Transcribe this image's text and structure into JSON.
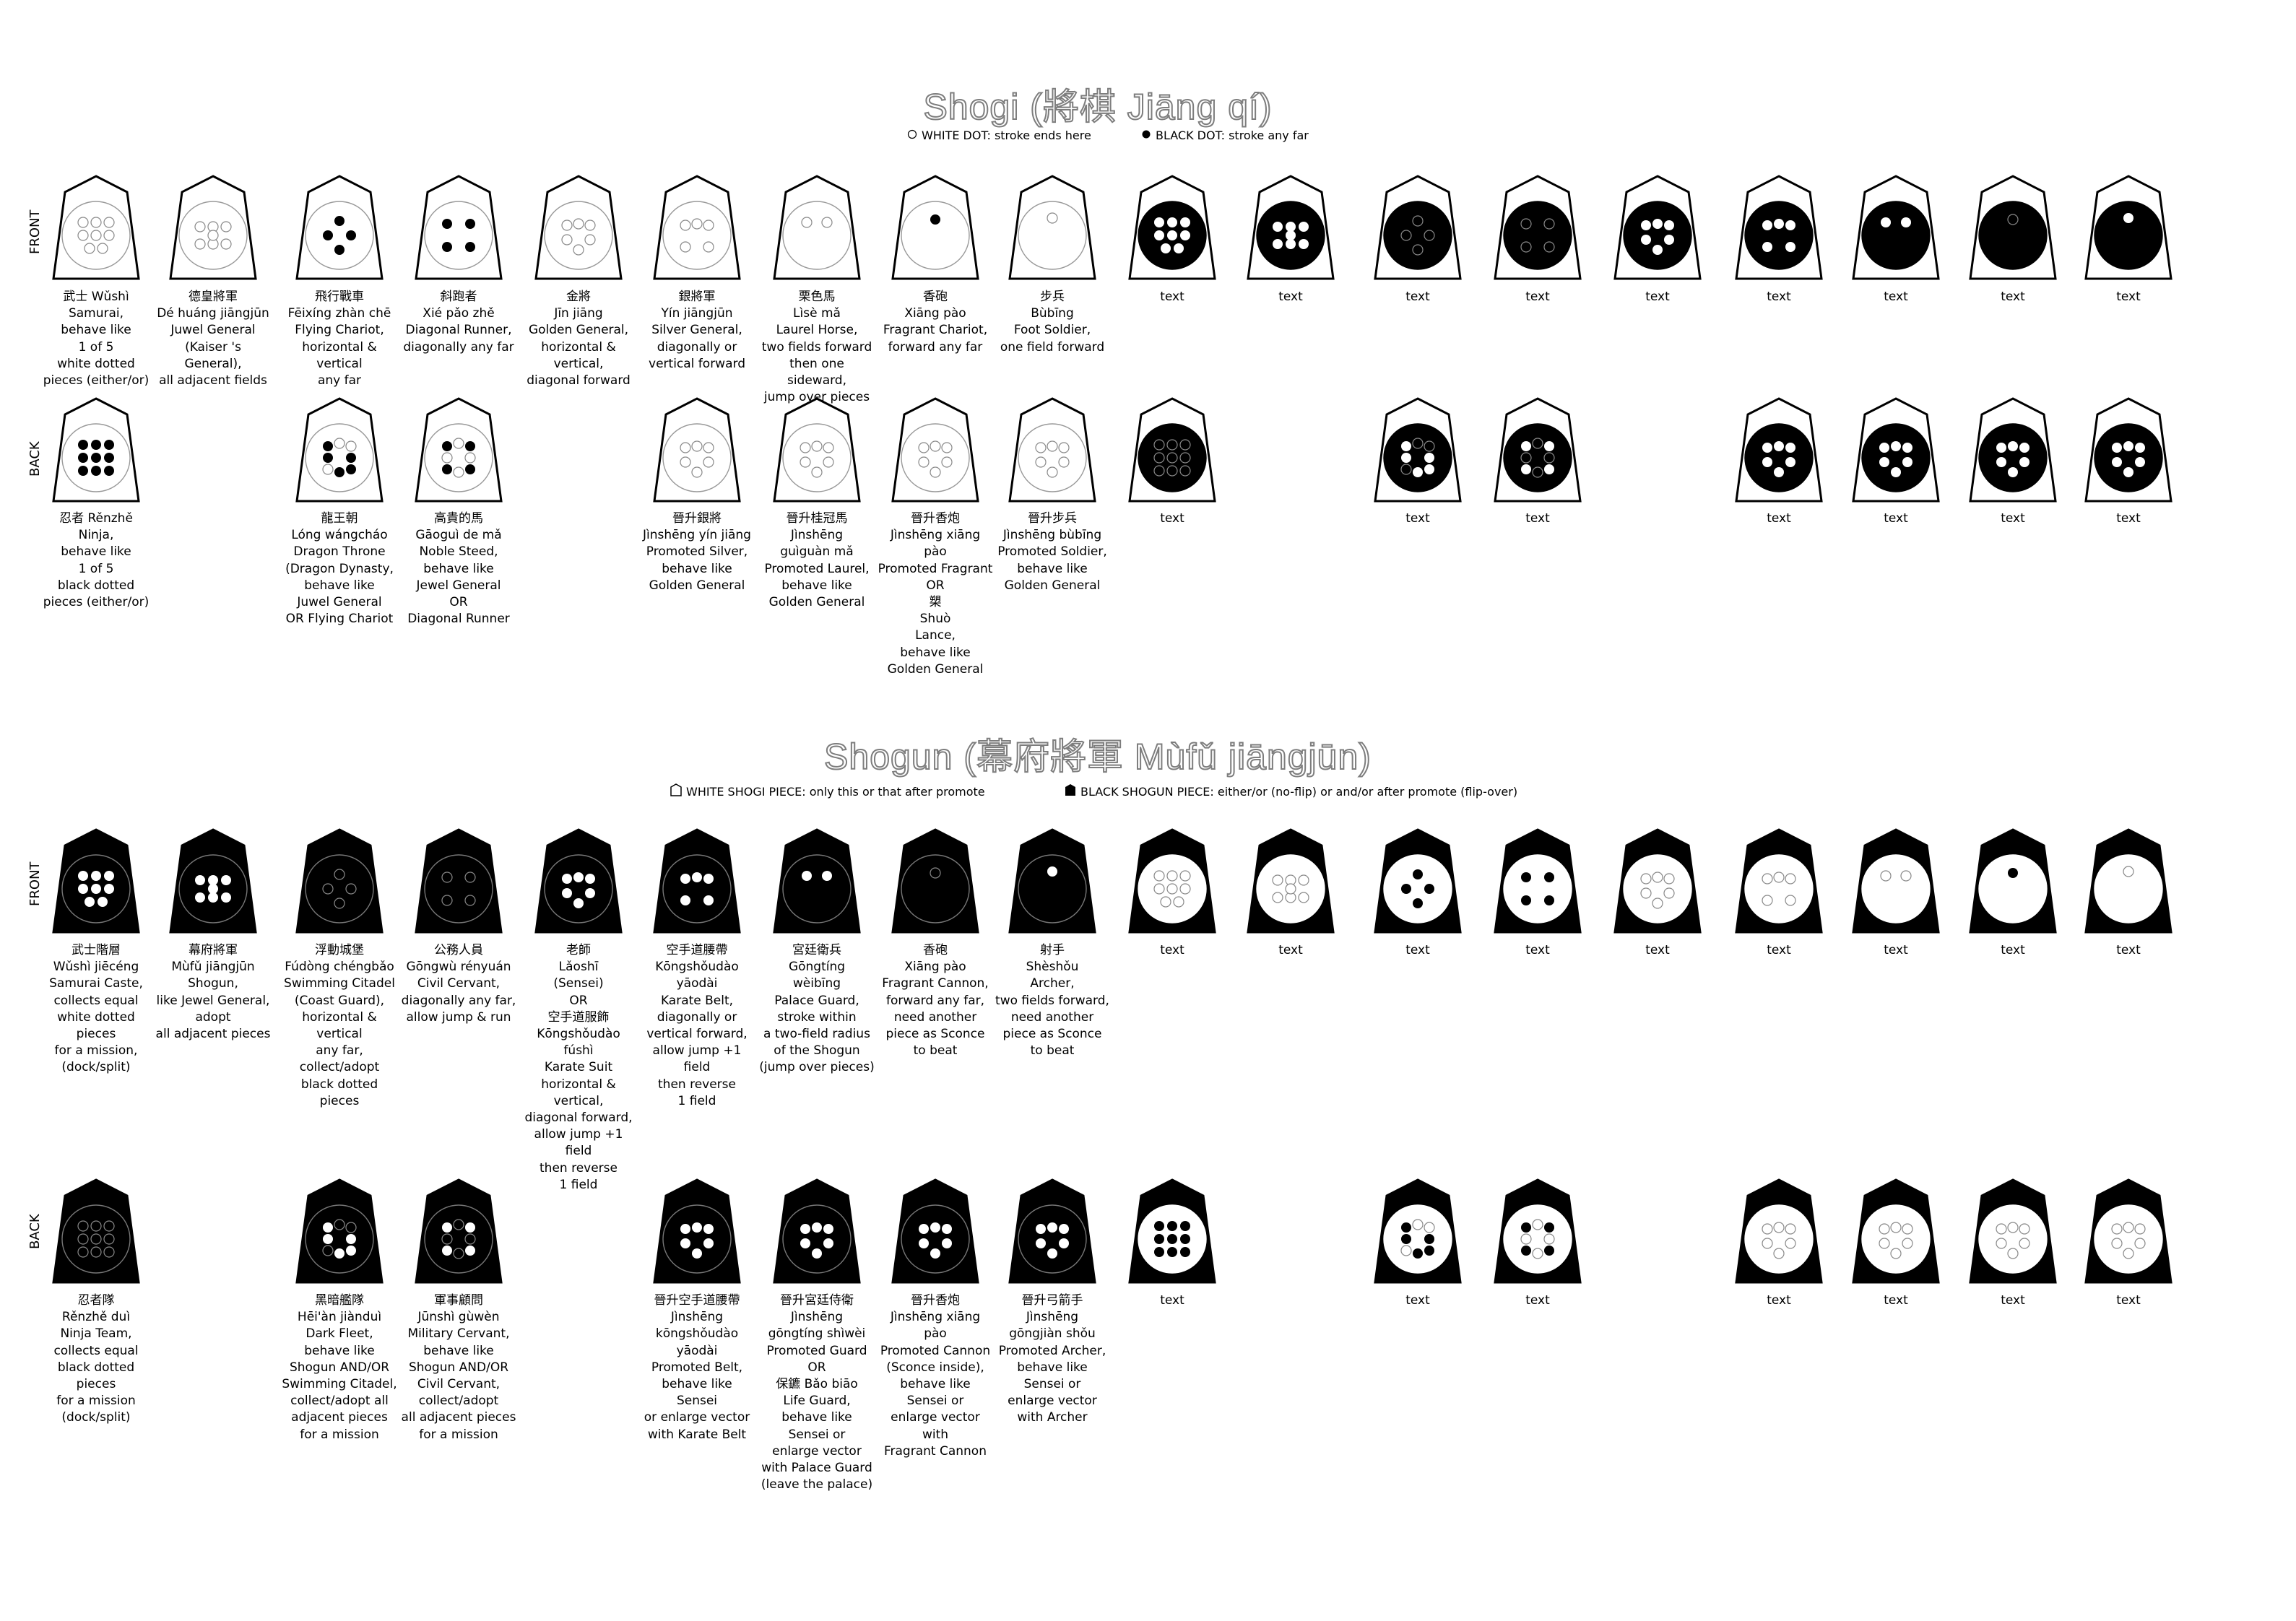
{
  "shogi": {
    "title": "Shogi (將棋 Jiāng qí)",
    "legend_white": "WHITE DOT: stroke ends here",
    "legend_black": "BLACK DOT: stroke any far",
    "front_label": "FRONT",
    "back_label": "BACK",
    "front": [
      {
        "shape": "white",
        "disc": "white",
        "dots": "wring8",
        "caption": "武士 Wǔshì\nSamurai,\nbehave like\n1 of 5\nwhite dotted\npieces (either/or)"
      },
      {
        "shape": "white",
        "disc": "white",
        "dots": "wring7",
        "caption": "德皇將軍\nDé huáng jiāngjūn\nJuwel General\n(Kaiser 's General),\nall adjacent fields"
      },
      {
        "shape": "white",
        "disc": "white",
        "dots": "fly",
        "caption": "飛行戰車\nFēixíng zhàn chē\nFlying Chariot,\nhorizontal & vertical\nany far"
      },
      {
        "shape": "white",
        "disc": "white",
        "dots": "diag",
        "caption": "斜跑者\nXié pǎo zhě\nDiagonal Runner,\ndiagonally any far"
      },
      {
        "shape": "white",
        "disc": "white",
        "dots": "gold",
        "caption": "金將\nJīn jiāng\nGolden General,\nhorizontal & vertical,\ndiagonal forward"
      },
      {
        "shape": "white",
        "disc": "white",
        "dots": "silver",
        "caption": "銀將軍\nYín jiāngjūn\nSilver General,\ndiagonally or\nvertical forward"
      },
      {
        "shape": "white",
        "disc": "white",
        "dots": "laurel",
        "caption": "栗色馬\nLìsè mǎ\nLaurel Horse,\ntwo fields forward\nthen one sideward,\njump over pieces"
      },
      {
        "shape": "white",
        "disc": "white",
        "dots": "fragrant",
        "caption": "香砲\nXiāng pào\nFragrant Chariot,\nforward any far"
      },
      {
        "shape": "white",
        "disc": "white",
        "dots": "pawn",
        "caption": "步兵\nBùbīng\nFoot Soldier,\none field forward"
      },
      {
        "shape": "white",
        "disc": "black",
        "dots": "bring8",
        "caption": "text"
      },
      {
        "shape": "white",
        "disc": "black",
        "dots": "bring7",
        "caption": "text"
      },
      {
        "shape": "white",
        "disc": "black",
        "dots": "ring4",
        "caption": "text"
      },
      {
        "shape": "white",
        "disc": "black",
        "dots": "ring4x",
        "caption": "text"
      },
      {
        "shape": "white",
        "disc": "black",
        "dots": "gold_b",
        "caption": "text"
      },
      {
        "shape": "white",
        "disc": "black",
        "dots": "silver_b",
        "caption": "text"
      },
      {
        "shape": "white",
        "disc": "black",
        "dots": "two_b",
        "caption": "text"
      },
      {
        "shape": "white",
        "disc": "black",
        "dots": "one_b",
        "caption": "text"
      },
      {
        "shape": "white",
        "disc": "black",
        "dots": "one_w",
        "caption": "text"
      }
    ],
    "back": [
      {
        "col": 0,
        "shape": "white",
        "disc": "white",
        "dots": "ninja",
        "caption": "忍者 Rěnzhě\nNinja,\nbehave like\n1 of 5\nblack dotted\npieces (either/or)"
      },
      {
        "col": 2,
        "shape": "white",
        "disc": "white",
        "dots": "dragon",
        "caption": "龍王朝\nLóng wángcháo\nDragon Throne\n(Dragon Dynasty,\nbehave like\nJuwel General\nOR Flying Chariot"
      },
      {
        "col": 3,
        "shape": "white",
        "disc": "white",
        "dots": "steed",
        "caption": "高貴的馬\nGāoguì de mǎ\nNoble Steed,\nbehave like\nJewel General\nOR\nDiagonal Runner"
      },
      {
        "col": 5,
        "shape": "white",
        "disc": "white",
        "dots": "psilver",
        "caption": "晉升銀將\nJìnshēng yín jiāng\nPromoted Silver,\nbehave like\nGolden General"
      },
      {
        "col": 6,
        "shape": "white",
        "disc": "white",
        "dots": "psilver",
        "caption": "晉升桂冠馬\nJìnshēng\nguìguàn mǎ\nPromoted Laurel,\nbehave like\nGolden General"
      },
      {
        "col": 7,
        "shape": "white",
        "disc": "white",
        "dots": "psilver",
        "caption": "晉升香炮\nJìnshēng xiāng pào\nPromoted Fragrant\nOR\n槊\nShuò\nLance,\nbehave like\nGolden General"
      },
      {
        "col": 8,
        "shape": "white",
        "disc": "white",
        "dots": "psilver",
        "caption": "晉升步兵\nJìnshēng bùbīng\nPromoted Soldier,\nbehave like\nGolden General"
      },
      {
        "col": 9,
        "shape": "white",
        "disc": "black",
        "dots": "bring8x",
        "caption": "text"
      },
      {
        "col": 11,
        "shape": "white",
        "disc": "black",
        "dots": "mix6",
        "caption": "text"
      },
      {
        "col": 12,
        "shape": "white",
        "disc": "black",
        "dots": "mix6b",
        "caption": "text"
      },
      {
        "col": 14,
        "shape": "white",
        "disc": "black",
        "dots": "bsix",
        "caption": "text"
      },
      {
        "col": 15,
        "shape": "white",
        "disc": "black",
        "dots": "bsix",
        "caption": "text"
      },
      {
        "col": 16,
        "shape": "white",
        "disc": "black",
        "dots": "bsix",
        "caption": "text"
      },
      {
        "col": 17,
        "shape": "white",
        "disc": "black",
        "dots": "bsix",
        "caption": "text"
      }
    ]
  },
  "shogun": {
    "title": "Shogun (幕府將軍 Mùfǔ jiāngjūn)",
    "legend_white": "WHITE SHOGI PIECE: only this or that after promote",
    "legend_black": "BLACK SHOGUN PIECE: either/or (no-flip) or and/or after promote (flip-over)",
    "front_label": "FRONT",
    "back_label": "BACK",
    "front": [
      {
        "shape": "black",
        "disc": "black",
        "dots": "bring8",
        "caption": "武士階層\nWǔshì jiēcéng\nSamurai Caste,\ncollects equal\nwhite dotted\npieces\nfor a mission,\n(dock/split)"
      },
      {
        "shape": "black",
        "disc": "black",
        "dots": "bring7",
        "caption": "幕府將軍\nMùfǔ jiāngjūn\nShogun,\nlike Jewel General,\nadopt\nall adjacent pieces"
      },
      {
        "shape": "black",
        "disc": "black",
        "dots": "ring4",
        "caption": "浮動城堡\nFúdòng chéngbǎo\nSwimming Citadel\n(Coast Guard),\nhorizontal & vertical\nany far,\ncollect/adopt\nblack dotted pieces"
      },
      {
        "shape": "black",
        "disc": "black",
        "dots": "ring4x",
        "caption": "公務人員\nGōngwù rényuán\nCivil Cervant,\ndiagonally any far,\nallow jump & run"
      },
      {
        "shape": "black",
        "disc": "black",
        "dots": "gold_b",
        "caption": "老師\nLǎoshī\n(Sensei)\nOR\n空手道服飾\nKōngshǒudào fúshì\nKarate Suit\nhorizontal & vertical,\ndiagonal forward,\nallow jump +1 field\nthen reverse\n1 field"
      },
      {
        "shape": "black",
        "disc": "black",
        "dots": "silver_b",
        "caption": "空手道腰帶\nKōngshǒudào\nyāodài\nKarate Belt,\ndiagonally or\nvertical forward,\nallow jump +1 field\nthen reverse\n1 field"
      },
      {
        "shape": "black",
        "disc": "black",
        "dots": "two_b",
        "caption": "宮廷衛兵\nGōngtíng\nwèibīng\nPalace Guard,\nstroke within\na two-field radius\nof the Shogun\n(jump over pieces)"
      },
      {
        "shape": "black",
        "disc": "black",
        "dots": "one_b",
        "caption": "香砲\nXiāng pào\nFragrant Cannon,\nforward any far,\nneed another\npiece as Sconce\nto beat"
      },
      {
        "shape": "black",
        "disc": "black",
        "dots": "one_w",
        "caption": "射手\nShèshǒu\nArcher,\ntwo fields forward,\nneed another\npiece as Sconce\nto beat"
      },
      {
        "shape": "black",
        "disc": "white",
        "dots": "wring8",
        "caption": "text"
      },
      {
        "shape": "black",
        "disc": "white",
        "dots": "wring7",
        "caption": "text"
      },
      {
        "shape": "black",
        "disc": "white",
        "dots": "fly",
        "caption": "text"
      },
      {
        "shape": "black",
        "disc": "white",
        "dots": "diag",
        "caption": "text"
      },
      {
        "shape": "black",
        "disc": "white",
        "dots": "gold",
        "caption": "text"
      },
      {
        "shape": "black",
        "disc": "white",
        "dots": "silver",
        "caption": "text"
      },
      {
        "shape": "black",
        "disc": "white",
        "dots": "laurel",
        "caption": "text"
      },
      {
        "shape": "black",
        "disc": "white",
        "dots": "fragrant",
        "caption": "text"
      },
      {
        "shape": "black",
        "disc": "white",
        "dots": "pawn",
        "caption": "text"
      }
    ],
    "back": [
      {
        "col": 0,
        "shape": "black",
        "disc": "black",
        "dots": "ninja_g",
        "caption": "忍者隊\nRěnzhě duì\nNinja Team,\ncollects equal\nblack dotted\npieces\nfor a mission\n(dock/split)"
      },
      {
        "col": 2,
        "shape": "black",
        "disc": "black",
        "dots": "bmix6",
        "caption": "黑暗艦隊\nHēi'àn jiànduì\nDark Fleet,\nbehave like\nShogun AND/OR\nSwimming Citadel,\ncollect/adopt all\nadjacent pieces\nfor a mission"
      },
      {
        "col": 3,
        "shape": "black",
        "disc": "black",
        "dots": "bmix6b",
        "caption": "軍事顧問\nJūnshì gùwèn\nMilitary Cervant,\nbehave like\nShogun AND/OR\nCivil Cervant,\ncollect/adopt\nall adjacent pieces\nfor a mission"
      },
      {
        "col": 5,
        "shape": "black",
        "disc": "black",
        "dots": "bsix",
        "caption": "晉升空手道腰帶\nJìnshēng\nkōngshǒudào yāodài\nPromoted Belt,\nbehave like\nSensei\nor enlarge vector\nwith Karate Belt"
      },
      {
        "col": 6,
        "shape": "black",
        "disc": "black",
        "dots": "bsix",
        "caption": "晉升宮廷侍衛\nJìnshēng\ngōngtíng shìwèi\nPromoted Guard\nOR\n保鑣 Bǎo biāo\nLife Guard,\nbehave like\nSensei or\nenlarge vector\nwith Palace Guard\n(leave the palace)"
      },
      {
        "col": 7,
        "shape": "black",
        "disc": "black",
        "dots": "bsix",
        "caption": "晉升香炮\nJìnshēng xiāng pào\nPromoted Cannon\n(Sconce inside),\nbehave like\nSensei or\nenlarge vector\nwith\nFragrant Cannon"
      },
      {
        "col": 8,
        "shape": "black",
        "disc": "black",
        "dots": "bsix",
        "caption": "晉升弓箭手\nJìnshēng\ngōngjiàn shǒu\nPromoted Archer,\nbehave like\nSensei or\nenlarge vector\nwith Archer"
      },
      {
        "col": 9,
        "shape": "black",
        "disc": "white",
        "dots": "bring8full",
        "caption": "text"
      },
      {
        "col": 11,
        "shape": "black",
        "disc": "white",
        "dots": "wmix6",
        "caption": "text"
      },
      {
        "col": 12,
        "shape": "black",
        "disc": "white",
        "dots": "wmix6b",
        "caption": "text"
      },
      {
        "col": 14,
        "shape": "black",
        "disc": "white",
        "dots": "psilver",
        "caption": "text"
      },
      {
        "col": 15,
        "shape": "black",
        "disc": "white",
        "dots": "psilver",
        "caption": "text"
      },
      {
        "col": 16,
        "shape": "black",
        "disc": "white",
        "dots": "psilver",
        "caption": "text"
      },
      {
        "col": 17,
        "shape": "black",
        "disc": "white",
        "dots": "psilver",
        "caption": "text"
      }
    ]
  }
}
